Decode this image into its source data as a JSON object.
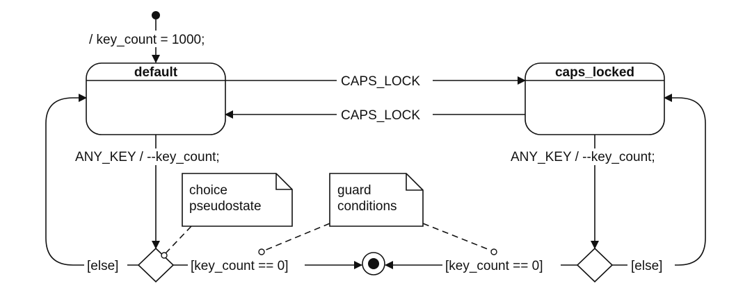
{
  "states": {
    "default": {
      "name": "default"
    },
    "caps_locked": {
      "name": "caps_locked"
    }
  },
  "transitions": {
    "initial": "/ key_count = 1000;",
    "caps_lock_to_caps": "CAPS_LOCK",
    "caps_lock_to_default": "CAPS_LOCK",
    "any_key_left": "ANY_KEY / --key_count;",
    "any_key_right": "ANY_KEY / --key_count;",
    "else_left": "[else]",
    "else_right": "[else]",
    "guard_left": "[key_count == 0]",
    "guard_right": "[key_count == 0]"
  },
  "notes": {
    "choice": {
      "line1": "choice",
      "line2": "pseudostate"
    },
    "guard": {
      "line1": "guard",
      "line2": "conditions"
    }
  },
  "colors": {
    "stroke": "#111111",
    "background": "#ffffff"
  }
}
